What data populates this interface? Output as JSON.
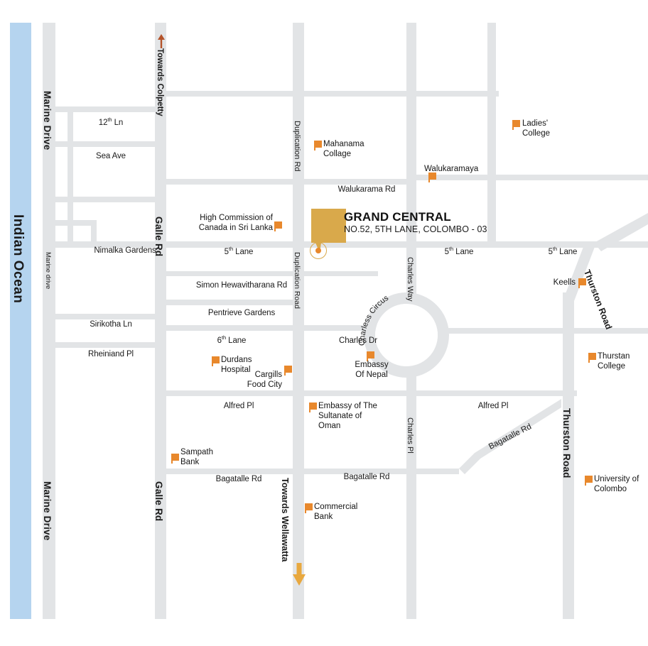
{
  "map": {
    "title": "GRAND CENTRAL location map, Colombo 03",
    "colors": {
      "road": "#e2e4e6",
      "ocean": "#b5d4ef",
      "poi_flag": "#e8882c",
      "highlight_building": "#d9a94b",
      "text": "#1a1a1a"
    }
  },
  "highlight": {
    "name": "GRAND CENTRAL",
    "address": "NO.52, 5TH  LANE, COLOMBO - 03"
  },
  "water": {
    "label": "Indian Ocean"
  },
  "major_roads": [
    {
      "id": "marine-drive-top",
      "label": "Marine Drive",
      "orientation": "vertical"
    },
    {
      "id": "marine-drive-mid",
      "label": "Marine drive",
      "orientation": "vertical"
    },
    {
      "id": "marine-drive-bottom",
      "label": "Marine Drive",
      "orientation": "vertical"
    },
    {
      "id": "galle-rd-top",
      "label": "Galle Rd",
      "orientation": "vertical"
    },
    {
      "id": "galle-rd-bottom",
      "label": "Galle Rd",
      "orientation": "vertical"
    },
    {
      "id": "duplication-rd-top",
      "label": "Duplication Rd",
      "orientation": "vertical"
    },
    {
      "id": "duplication-rd-mid",
      "label": "Duplication Road",
      "orientation": "vertical"
    },
    {
      "id": "thurston-road-diag",
      "label": "Thurston Road",
      "orientation": "diagonal"
    },
    {
      "id": "thurston-road-vert",
      "label": "Thurston Road",
      "orientation": "vertical"
    },
    {
      "id": "charles-way",
      "label": "Charles Way",
      "orientation": "vertical"
    },
    {
      "id": "charles-pl",
      "label": "Charles Pl",
      "orientation": "vertical"
    }
  ],
  "direction_arrows": [
    {
      "id": "towards-colpetty",
      "label": "Towards Colpetty",
      "direction": "up"
    },
    {
      "id": "towards-wellawatta",
      "label": "Towards Wellawatta",
      "direction": "down"
    }
  ],
  "street_labels": [
    {
      "id": "twelfth-ln",
      "text": "12",
      "sup": "th",
      "tail": " Ln"
    },
    {
      "id": "sea-ave",
      "text": "Sea Ave"
    },
    {
      "id": "nimalka-gardens",
      "text": "Nimalka Gardens"
    },
    {
      "id": "sirikotha-ln",
      "text": "Sirikotha Ln"
    },
    {
      "id": "rheiniand-pl",
      "text": "Rheiniand Pl"
    },
    {
      "id": "walukarama-rd",
      "text": "Walukarama Rd"
    },
    {
      "id": "fifth-lane-left",
      "text": "5",
      "sup": "th",
      "tail": " Lane"
    },
    {
      "id": "fifth-lane-mid",
      "text": "5",
      "sup": "th",
      "tail": " Lane"
    },
    {
      "id": "fifth-lane-right",
      "text": "5",
      "sup": "th",
      "tail": " Lane"
    },
    {
      "id": "simon-hewavitharana-rd",
      "text": "Simon Hewavitharana Rd"
    },
    {
      "id": "pentrieve-gardens",
      "text": "Pentrieve Gardens"
    },
    {
      "id": "sixth-lane",
      "text": "6",
      "sup": "th",
      "tail": " Lane"
    },
    {
      "id": "charles-dr",
      "text": "Charles Dr"
    },
    {
      "id": "charless-circus",
      "text": "Charless Circus"
    },
    {
      "id": "alfred-pl-left",
      "text": "Alfred Pl"
    },
    {
      "id": "alfred-pl-right",
      "text": "Alfred Pl"
    },
    {
      "id": "bagatalle-rd-left",
      "text": "Bagatalle Rd"
    },
    {
      "id": "bagatalle-rd-mid",
      "text": "Bagatalle Rd"
    },
    {
      "id": "bagatalle-rd-diag",
      "text": "Bagatalle Rd"
    }
  ],
  "pois": [
    {
      "id": "ladies-college",
      "lines": [
        "Ladies'",
        "College"
      ],
      "label_side": "right"
    },
    {
      "id": "mahanama-collage",
      "lines": [
        "Mahanama",
        "Collage"
      ],
      "label_side": "right"
    },
    {
      "id": "walukaramaya",
      "lines": [
        "Walukaramaya"
      ],
      "label_side": "above"
    },
    {
      "id": "high-commission-canada",
      "lines": [
        "High Commission of",
        "Canada in Sri Lanka"
      ],
      "label_side": "left"
    },
    {
      "id": "keells",
      "lines": [
        "Keells"
      ],
      "label_side": "left"
    },
    {
      "id": "thurstan-college",
      "lines": [
        "Thurstan",
        "College"
      ],
      "label_side": "right"
    },
    {
      "id": "durdans-hospital",
      "lines": [
        "Durdans",
        "Hospital"
      ],
      "label_side": "right"
    },
    {
      "id": "cargills-food-city",
      "lines": [
        "Cargills",
        "Food City"
      ],
      "label_side": "left"
    },
    {
      "id": "embassy-of-nepal",
      "lines": [
        "Embassy",
        "Of Nepal"
      ],
      "label_side": "below"
    },
    {
      "id": "embassy-sultanate-oman",
      "lines": [
        "Embassy of The",
        "Sultanate of",
        "Oman"
      ],
      "label_side": "right"
    },
    {
      "id": "sampath-bank",
      "lines": [
        "Sampath",
        "Bank"
      ],
      "label_side": "right"
    },
    {
      "id": "commercial-bank",
      "lines": [
        "Commercial",
        "Bank"
      ],
      "label_side": "right"
    },
    {
      "id": "university-of-colombo",
      "lines": [
        "University of",
        "Colombo"
      ],
      "label_side": "right"
    }
  ]
}
